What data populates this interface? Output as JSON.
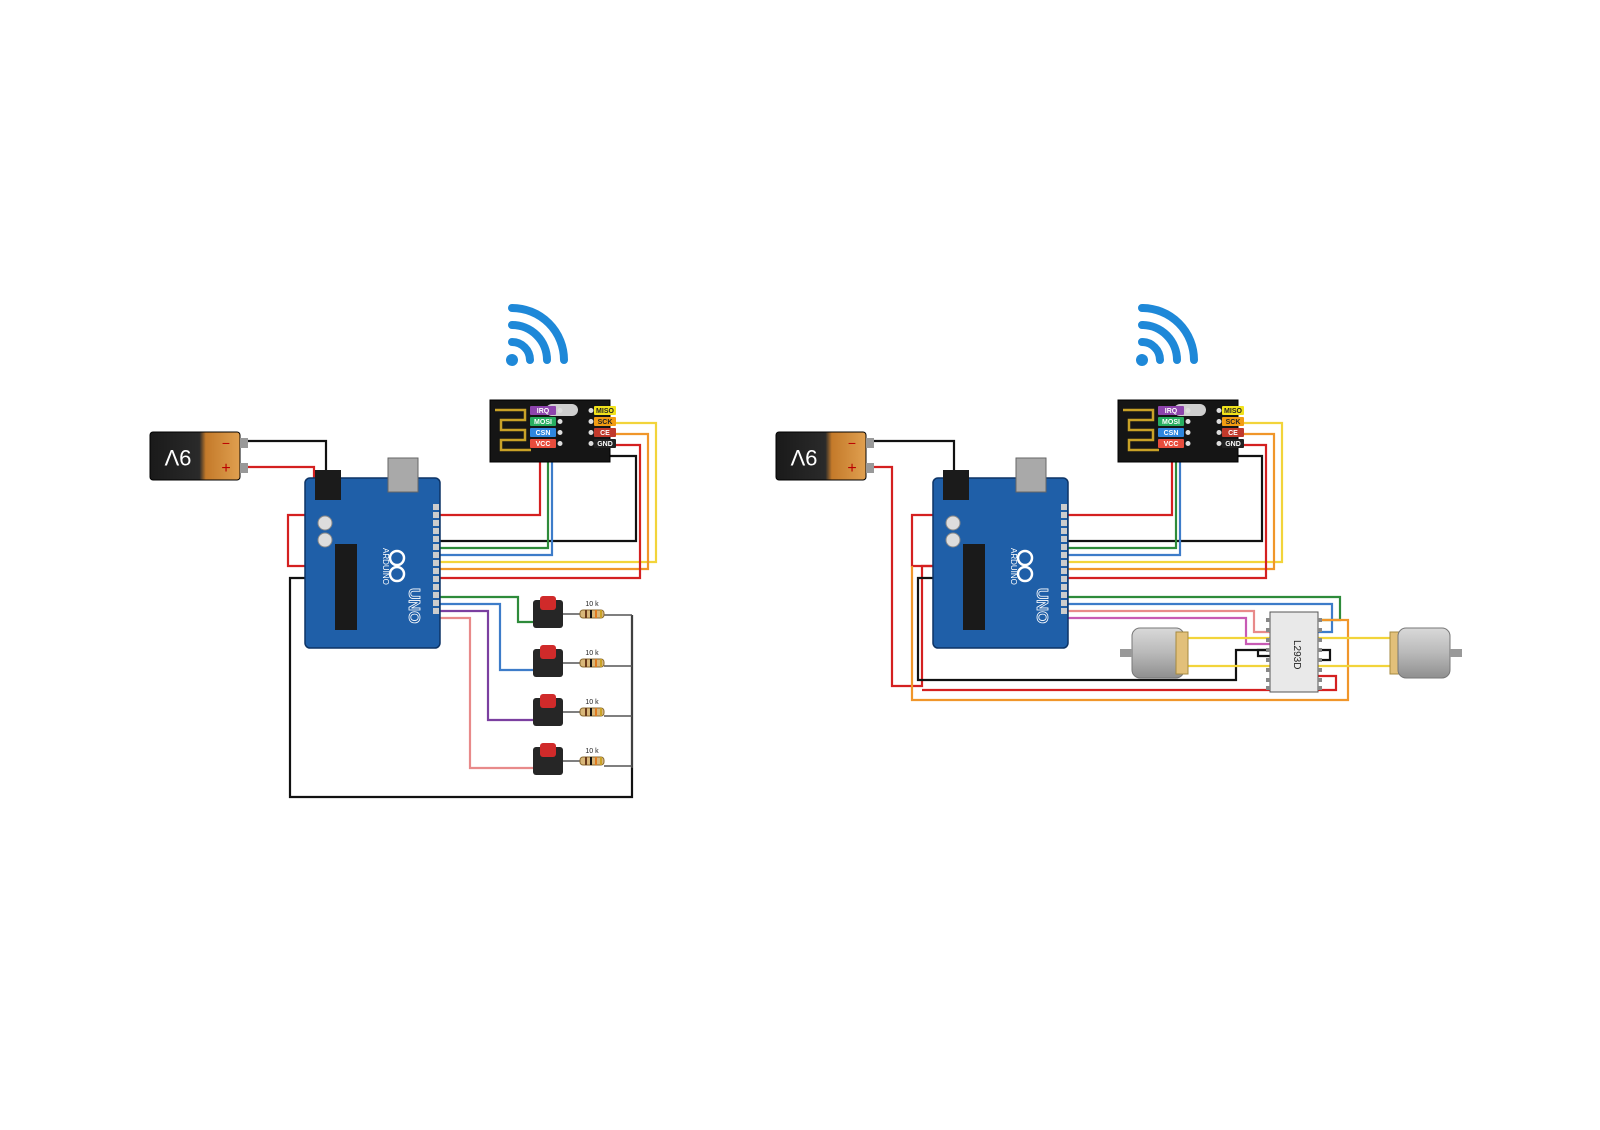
{
  "diagrams": [
    {
      "id": "transmitter",
      "battery_label": "9V",
      "battery_plus": "+",
      "battery_minus": "−",
      "board_brand": "ARDUINO",
      "board_model": "UNO",
      "radio_pins": [
        {
          "label": "IRQ",
          "color": "#8e44ad"
        },
        {
          "label": "MISO",
          "color": "#f1e21b"
        },
        {
          "label": "MOSI",
          "color": "#27ae60"
        },
        {
          "label": "SCK",
          "color": "#f39c12"
        },
        {
          "label": "CSN",
          "color": "#2e86de"
        },
        {
          "label": "CE",
          "color": "#c0392b"
        },
        {
          "label": "VCC",
          "color": "#e74c3c"
        },
        {
          "label": "GND",
          "color": "#222222"
        }
      ],
      "resistor_labels": [
        "10 k",
        "10 k",
        "10 k",
        "10 k"
      ],
      "button_count": 4
    },
    {
      "id": "receiver",
      "battery_label": "9V",
      "battery_plus": "+",
      "battery_minus": "−",
      "board_brand": "ARDUINO",
      "board_model": "UNO",
      "radio_pins": [
        {
          "label": "IRQ",
          "color": "#8e44ad"
        },
        {
          "label": "MISO",
          "color": "#f1e21b"
        },
        {
          "label": "MOSI",
          "color": "#27ae60"
        },
        {
          "label": "SCK",
          "color": "#f39c12"
        },
        {
          "label": "CSN",
          "color": "#2e86de"
        },
        {
          "label": "CE",
          "color": "#c0392b"
        },
        {
          "label": "VCC",
          "color": "#e74c3c"
        },
        {
          "label": "GND",
          "color": "#222222"
        }
      ],
      "driver_ic_label": "L293D",
      "motor_count": 2
    }
  ],
  "colors": {
    "wifi": "#1e88d8",
    "board": "#1f5fa8",
    "wire_red": "#d42020",
    "wire_black": "#111111",
    "wire_yellow": "#f2d43a",
    "wire_orange": "#f0962a",
    "wire_green": "#2e8b3a",
    "wire_blue": "#3d7cc9",
    "wire_purple": "#7b3fa0",
    "wire_pink": "#e88a8a",
    "wire_magenta": "#c85ab4"
  }
}
